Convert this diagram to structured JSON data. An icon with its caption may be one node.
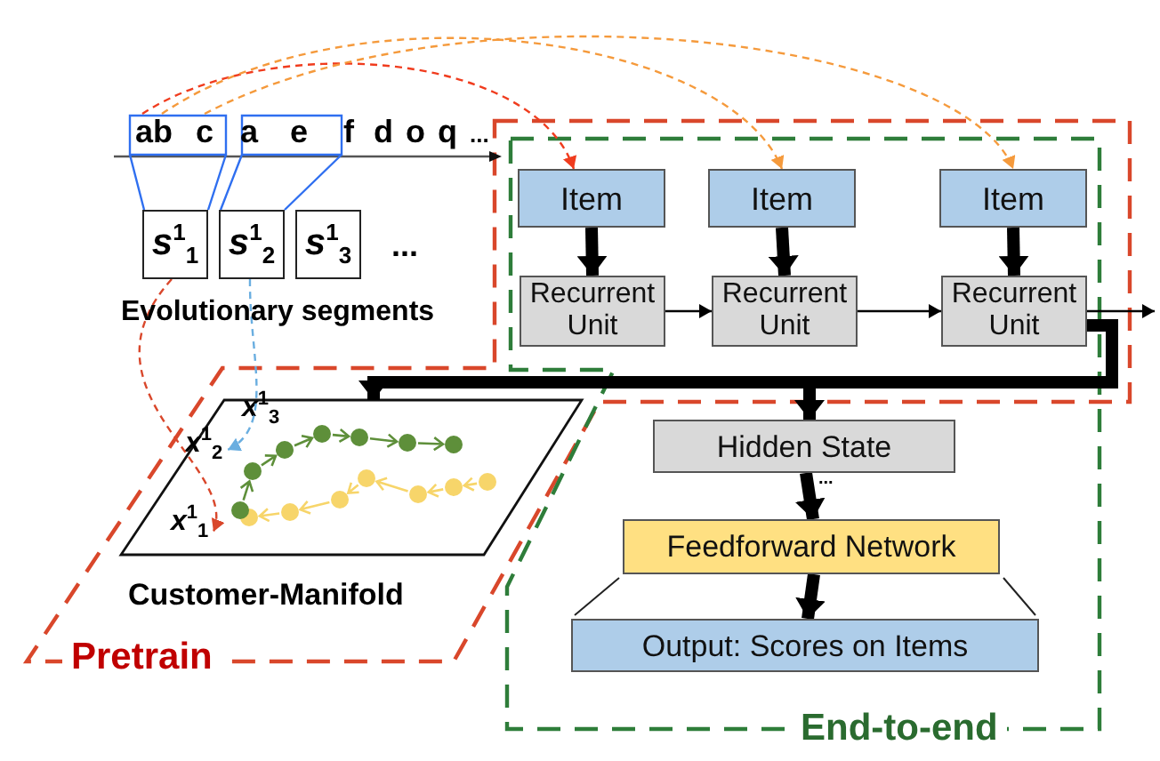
{
  "diagram": {
    "nodes": [
      {
        "text": [
          "a"
        ]
      },
      {
        "text": [
          "b"
        ]
      },
      {
        "text": [
          "c"
        ]
      },
      {
        "text": [
          "*s*$^{1}$$_{1}$"
        ]
      },
      {
        "text": [
          "*s*$^{1}$$_{2}$"
        ]
      },
      {
        "text": [
          "*s*$^{1}$$_{3}$"
        ]
      },
      {
        "text": [
          "Pretrain"
        ]
      },
      {
        "text": [
          "End-to-end"
        ]
      },
      {
        "text": [
          "Item"
        ]
      },
      {
        "text": [
          "Item"
        ]
      },
      {
        "text": [
          "Item"
        ]
      },
      {
        "text": [
          "Recurrent Unit"
        ]
      },
      {
        "text": [
          "Recurrent Unit"
        ]
      },
      {
        "text": [
          "Recurrent Unit"
        ]
      },
      {
        "text": [
          "Customer-Manifold"
        ]
      },
      {
        "text": [
          "*x*$^{1}$$_{1}$"
        ],
        "in": 14
      },
      {
        "text": [
          "*x*$^{1}$$_{2}$"
        ],
        "in": 14
      },
      {
        "text": [
          "*x*$^{1}$$_{3}$"
        ],
        "in": 14
      },
      {
        "text": [
          "Hidden State"
        ]
      },
      {
        "text": [
          "Feedforward Network"
        ]
      },
      {
        "text": [
          "Output: Scores on Items"
        ]
      }
    ],
    "edges": [
      {
        "from": 0,
        "to": 8,
        "arrow": "to",
        "style": "dashed",
        "color": "#f03c1e"
      },
      {
        "from": 1,
        "to": 9,
        "arrow": "to",
        "style": "dashed",
        "color": "#f59a3c"
      },
      {
        "from": 2,
        "to": 10,
        "arrow": "to",
        "style": "dashed",
        "color": "#f59a3c"
      },
      {
        "from": 3,
        "to": 15,
        "arrow": "to",
        "style": "dashed",
        "color": "#d9472b"
      },
      {
        "from": 4,
        "to": 16,
        "arrow": "to",
        "style": "dashed",
        "color": "#6aaee0"
      },
      {
        "from": 8,
        "to": 11,
        "arrow": "to",
        "style": "thick"
      },
      {
        "from": 9,
        "to": 12,
        "arrow": "to",
        "style": "thick"
      },
      {
        "from": 10,
        "to": 13,
        "arrow": "to",
        "style": "thick"
      },
      {
        "from": 11,
        "to": 12,
        "arrow": "to"
      },
      {
        "from": 12,
        "to": 13,
        "arrow": "to"
      },
      {
        "from": 13,
        "to": null,
        "arrow": "to"
      },
      {
        "from": 13,
        "to": 14,
        "arrow": "to",
        "style": "thick"
      },
      {
        "from": 13,
        "to": 18,
        "arrow": "to",
        "style": "thick"
      },
      {
        "from": 18,
        "to": 19,
        "arrow": "to",
        "style": "thick"
      },
      {
        "from": 19,
        "to": 20,
        "arrow": "to",
        "style": "thick"
      }
    ],
    "labels": [
      "a",
      "e",
      "f",
      "d",
      "o",
      "q",
      "...",
      "...",
      "Evolutionary segments",
      "..."
    ]
  }
}
